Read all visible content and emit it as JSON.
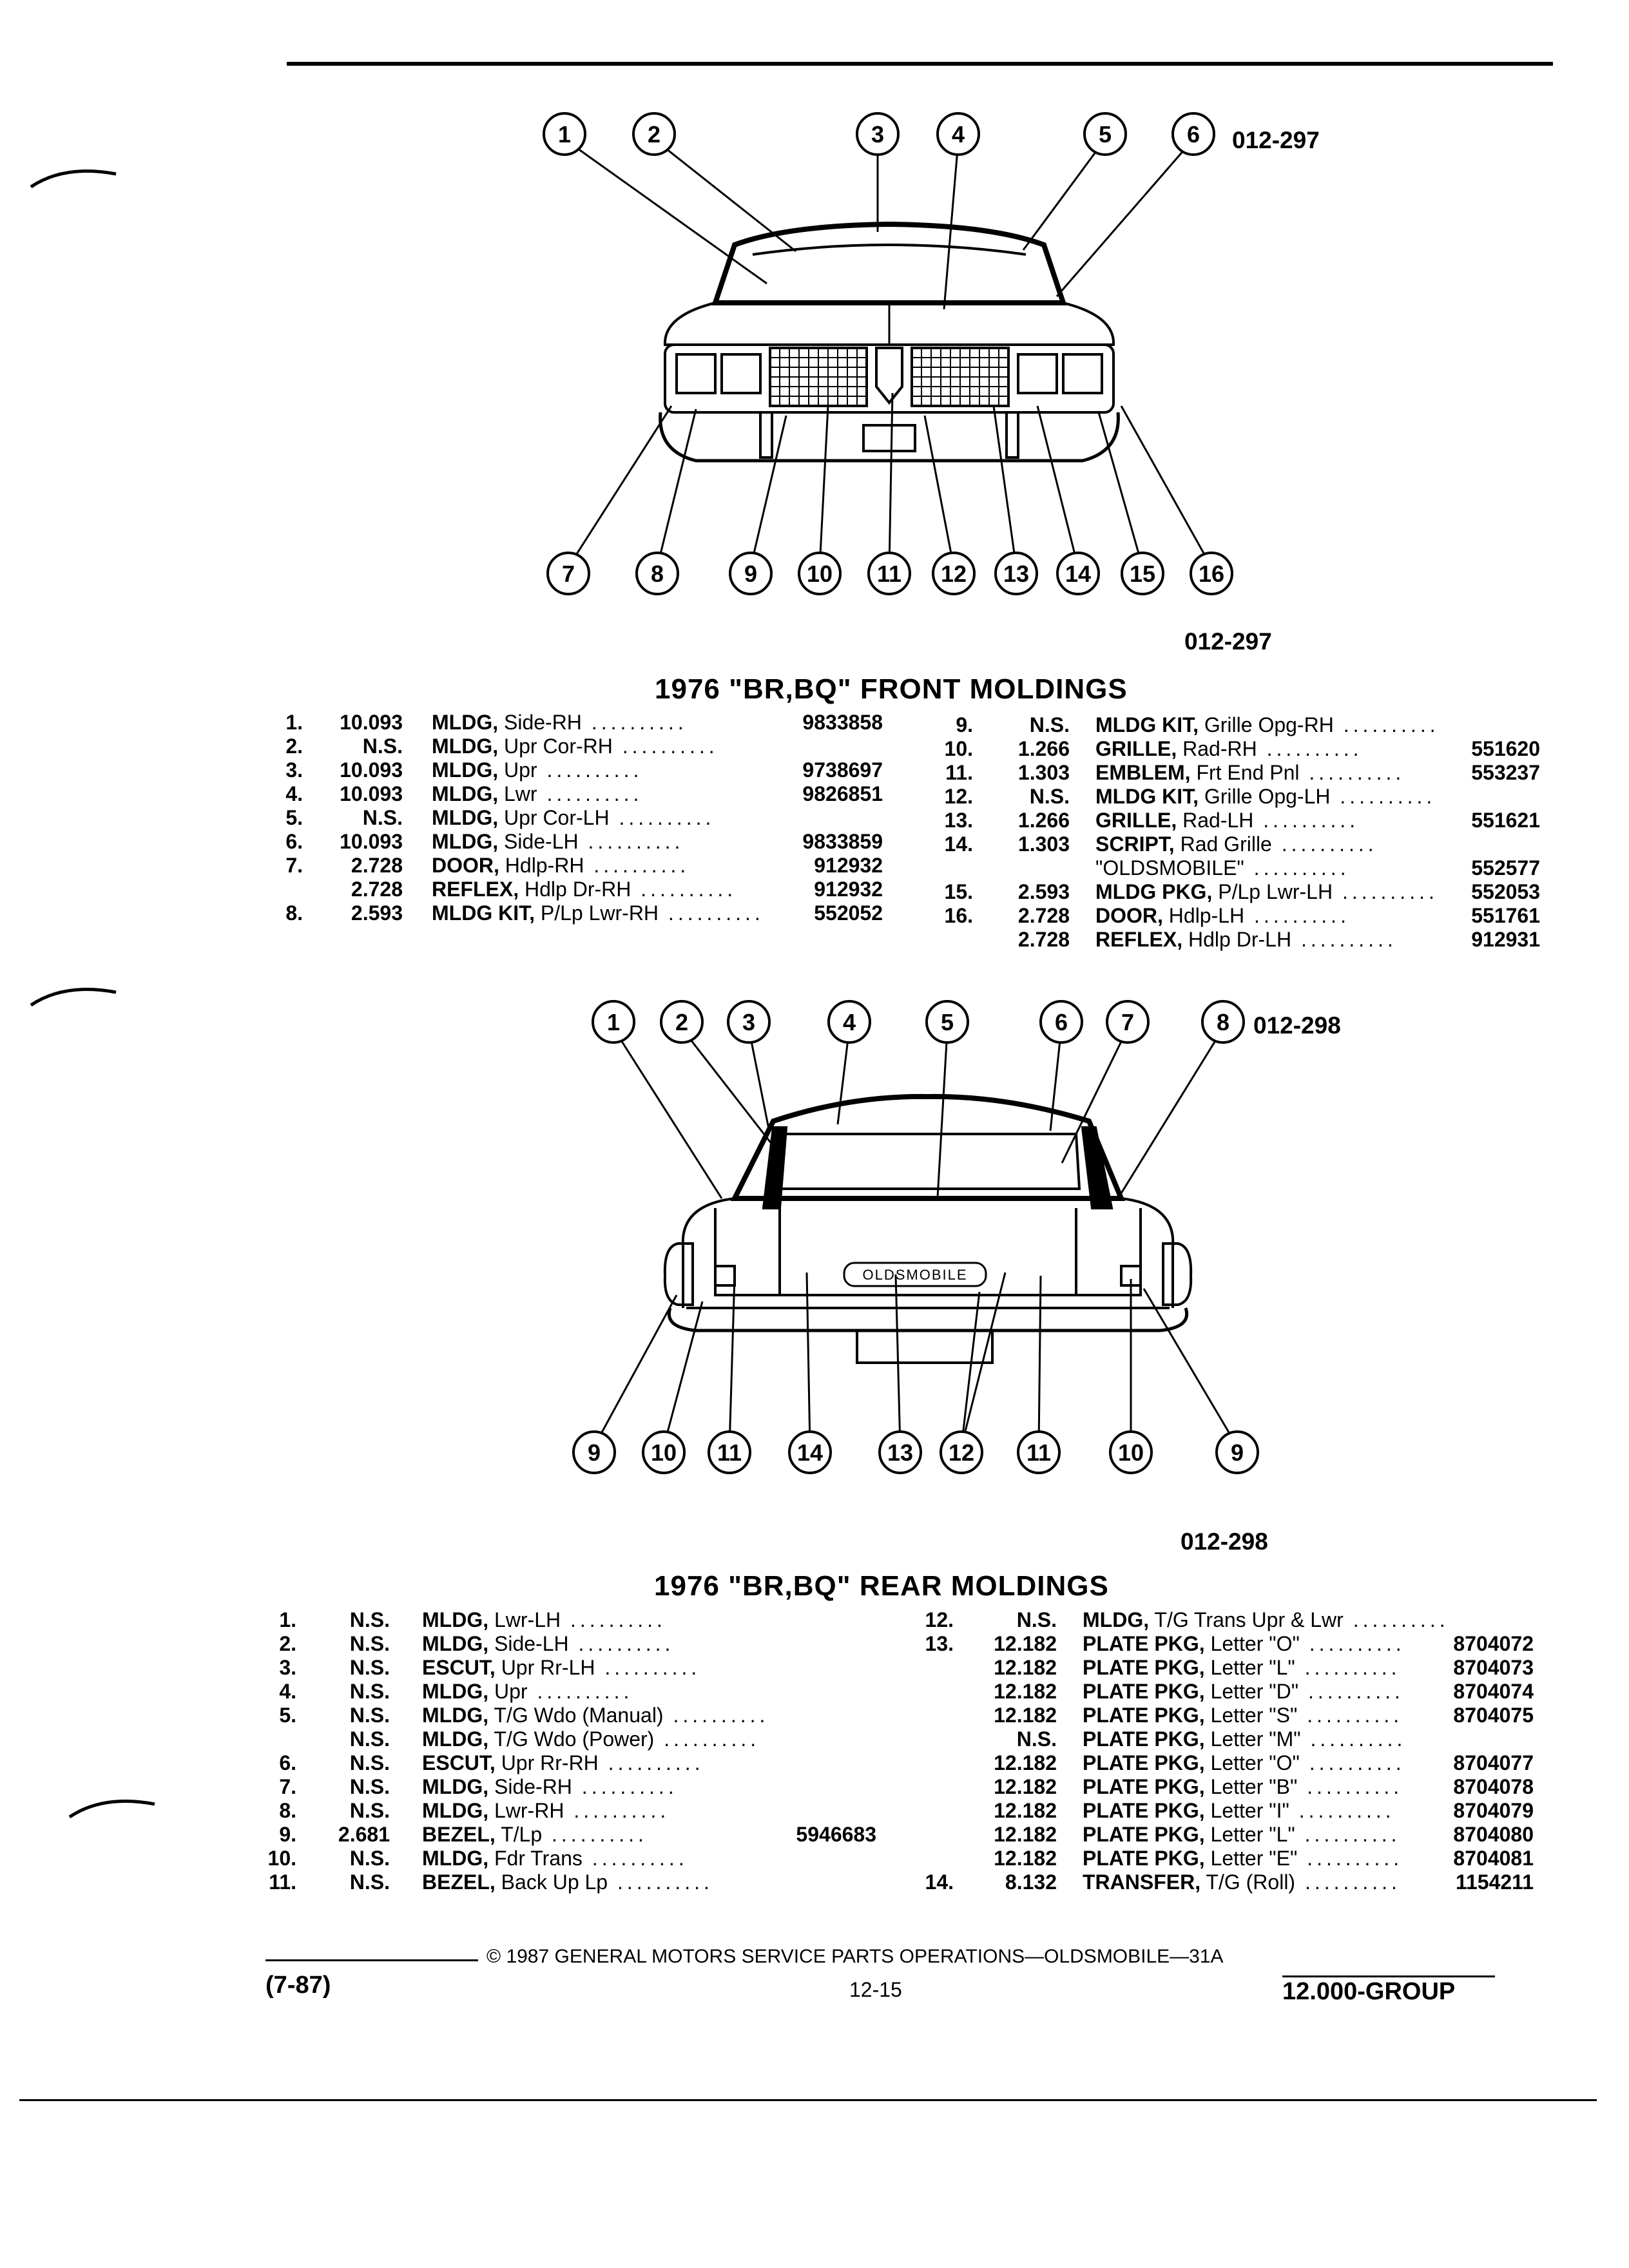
{
  "front": {
    "figure_code": "012-297",
    "caption": "012-297",
    "title": "1976 \"BR,BQ\" FRONT MOLDINGS",
    "callouts_top": [
      "1",
      "2",
      "3",
      "4",
      "5",
      "6"
    ],
    "callouts_bottom": [
      "7",
      "8",
      "9",
      "10",
      "11",
      "12",
      "13",
      "14",
      "15",
      "16"
    ],
    "left": [
      {
        "idx": "1.",
        "grp": "10.093",
        "name": "MLDG,",
        "detail": "Side-RH",
        "pn": "9833858"
      },
      {
        "idx": "2.",
        "grp": "N.S.",
        "name": "MLDG,",
        "detail": "Upr Cor-RH",
        "pn": ""
      },
      {
        "idx": "3.",
        "grp": "10.093",
        "name": "MLDG,",
        "detail": "Upr",
        "pn": "9738697"
      },
      {
        "idx": "4.",
        "grp": "10.093",
        "name": "MLDG,",
        "detail": "Lwr",
        "pn": "9826851"
      },
      {
        "idx": "5.",
        "grp": "N.S.",
        "name": "MLDG,",
        "detail": "Upr Cor-LH",
        "pn": ""
      },
      {
        "idx": "6.",
        "grp": "10.093",
        "name": "MLDG,",
        "detail": "Side-LH",
        "pn": "9833859"
      },
      {
        "idx": "7.",
        "grp": "2.728",
        "name": "DOOR,",
        "detail": "Hdlp-RH",
        "pn": "912932"
      },
      {
        "idx": "",
        "grp": "2.728",
        "name": "REFLEX,",
        "detail": "Hdlp Dr-RH",
        "pn": "912932"
      },
      {
        "idx": "8.",
        "grp": "2.593",
        "name": "MLDG KIT,",
        "detail": "P/Lp Lwr-RH",
        "pn": "552052"
      }
    ],
    "right": [
      {
        "idx": "9.",
        "grp": "N.S.",
        "name": "MLDG KIT,",
        "detail": "Grille Opg-RH",
        "pn": ""
      },
      {
        "idx": "10.",
        "grp": "1.266",
        "name": "GRILLE,",
        "detail": "Rad-RH",
        "pn": "551620"
      },
      {
        "idx": "11.",
        "grp": "1.303",
        "name": "EMBLEM,",
        "detail": "Frt End Pnl",
        "pn": "553237"
      },
      {
        "idx": "12.",
        "grp": "N.S.",
        "name": "MLDG KIT,",
        "detail": "Grille Opg-LH",
        "pn": ""
      },
      {
        "idx": "13.",
        "grp": "1.266",
        "name": "GRILLE,",
        "detail": "Rad-LH",
        "pn": "551621"
      },
      {
        "idx": "14.",
        "grp": "1.303",
        "name": "SCRIPT,",
        "detail": "Rad Grille",
        "pn": ""
      },
      {
        "idx": "",
        "grp": "",
        "name": "",
        "detail": "\"OLDSMOBILE\"",
        "pn": "552577"
      },
      {
        "idx": "15.",
        "grp": "2.593",
        "name": "MLDG PKG,",
        "detail": "P/Lp Lwr-LH",
        "pn": "552053"
      },
      {
        "idx": "16.",
        "grp": "2.728",
        "name": "DOOR,",
        "detail": "Hdlp-LH",
        "pn": "551761"
      },
      {
        "idx": "",
        "grp": "2.728",
        "name": "REFLEX,",
        "detail": "Hdlp Dr-LH",
        "pn": "912931"
      }
    ]
  },
  "rear": {
    "figure_code": "012-298",
    "caption": "012-298",
    "title": "1976 \"BR,BQ\" REAR MOLDINGS",
    "emblem_text": "OLDSMOBILE",
    "callouts_top": [
      "1",
      "2",
      "3",
      "4",
      "5",
      "6",
      "7",
      "8"
    ],
    "callouts_bottom": [
      "9",
      "10",
      "11",
      "14",
      "13",
      "12",
      "11",
      "10",
      "9"
    ],
    "left": [
      {
        "idx": "1.",
        "grp": "N.S.",
        "name": "MLDG,",
        "detail": "Lwr-LH",
        "pn": ""
      },
      {
        "idx": "2.",
        "grp": "N.S.",
        "name": "MLDG,",
        "detail": "Side-LH",
        "pn": ""
      },
      {
        "idx": "3.",
        "grp": "N.S.",
        "name": "ESCUT,",
        "detail": "Upr Rr-LH",
        "pn": ""
      },
      {
        "idx": "4.",
        "grp": "N.S.",
        "name": "MLDG,",
        "detail": "Upr",
        "pn": ""
      },
      {
        "idx": "5.",
        "grp": "N.S.",
        "name": "MLDG,",
        "detail": "T/G Wdo (Manual)",
        "pn": ""
      },
      {
        "idx": "",
        "grp": "N.S.",
        "name": "MLDG,",
        "detail": "T/G Wdo (Power)",
        "pn": ""
      },
      {
        "idx": "6.",
        "grp": "N.S.",
        "name": "ESCUT,",
        "detail": "Upr Rr-RH",
        "pn": ""
      },
      {
        "idx": "7.",
        "grp": "N.S.",
        "name": "MLDG,",
        "detail": "Side-RH",
        "pn": ""
      },
      {
        "idx": "8.",
        "grp": "N.S.",
        "name": "MLDG,",
        "detail": "Lwr-RH",
        "pn": ""
      },
      {
        "idx": "9.",
        "grp": "2.681",
        "name": "BEZEL,",
        "detail": "T/Lp",
        "pn": "5946683"
      },
      {
        "idx": "10.",
        "grp": "N.S.",
        "name": "MLDG,",
        "detail": "Fdr Trans",
        "pn": ""
      },
      {
        "idx": "11.",
        "grp": "N.S.",
        "name": "BEZEL,",
        "detail": "Back Up Lp",
        "pn": ""
      }
    ],
    "right": [
      {
        "idx": "12.",
        "grp": "N.S.",
        "name": "MLDG,",
        "detail": "T/G Trans Upr & Lwr",
        "pn": ""
      },
      {
        "idx": "13.",
        "grp": "12.182",
        "name": "PLATE PKG,",
        "detail": "Letter \"O\"",
        "pn": "8704072"
      },
      {
        "idx": "",
        "grp": "12.182",
        "name": "PLATE PKG,",
        "detail": "Letter \"L\"",
        "pn": "8704073"
      },
      {
        "idx": "",
        "grp": "12.182",
        "name": "PLATE PKG,",
        "detail": "Letter \"D\"",
        "pn": "8704074"
      },
      {
        "idx": "",
        "grp": "12.182",
        "name": "PLATE PKG,",
        "detail": "Letter \"S\"",
        "pn": "8704075"
      },
      {
        "idx": "",
        "grp": "N.S.",
        "name": "PLATE PKG,",
        "detail": "Letter \"M\"",
        "pn": ""
      },
      {
        "idx": "",
        "grp": "12.182",
        "name": "PLATE PKG,",
        "detail": "Letter \"O\"",
        "pn": "8704077"
      },
      {
        "idx": "",
        "grp": "12.182",
        "name": "PLATE PKG,",
        "detail": "Letter \"B\"",
        "pn": "8704078"
      },
      {
        "idx": "",
        "grp": "12.182",
        "name": "PLATE PKG,",
        "detail": "Letter \"I\"",
        "pn": "8704079"
      },
      {
        "idx": "",
        "grp": "12.182",
        "name": "PLATE PKG,",
        "detail": "Letter \"L\"",
        "pn": "8704080"
      },
      {
        "idx": "",
        "grp": "12.182",
        "name": "PLATE PKG,",
        "detail": "Letter \"E\"",
        "pn": "8704081"
      },
      {
        "idx": "14.",
        "grp": "8.132",
        "name": "TRANSFER,",
        "detail": "T/G (Roll)",
        "pn": "1154211"
      }
    ]
  },
  "footer": {
    "copyright": "© 1987 GENERAL MOTORS SERVICE PARTS OPERATIONS—OLDSMOBILE—31A",
    "date": "(7-87)",
    "page": "12-15",
    "group": "12.000-GROUP"
  }
}
